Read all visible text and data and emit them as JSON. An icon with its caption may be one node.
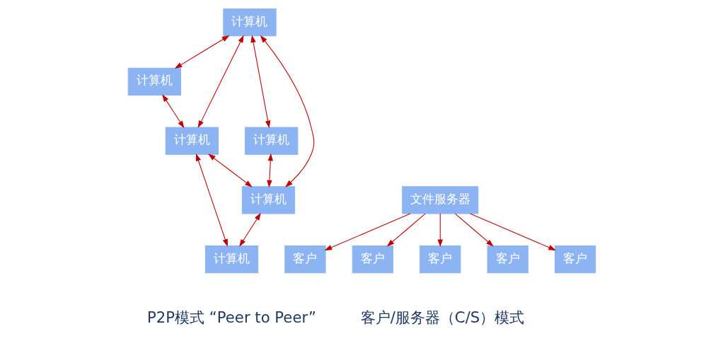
{
  "diagram": {
    "nodes": [
      {
        "text": [
          "计算机"
        ]
      },
      {
        "text": [
          "计算机"
        ]
      },
      {
        "text": [
          "计算机"
        ]
      },
      {
        "text": [
          "计算机"
        ]
      },
      {
        "text": [
          "计算机"
        ]
      },
      {
        "text": [
          "计算机"
        ]
      },
      {
        "text": [
          "文件服务器"
        ]
      },
      {
        "text": [
          "客户"
        ]
      },
      {
        "text": [
          "客户"
        ]
      },
      {
        "text": [
          "客户"
        ]
      },
      {
        "text": [
          "客户"
        ]
      },
      {
        "text": [
          "客户"
        ]
      }
    ],
    "edges": [
      {
        "from": 0,
        "to": 1,
        "arrow": "both"
      },
      {
        "from": 0,
        "to": 2,
        "arrow": "both"
      },
      {
        "from": 1,
        "to": 3,
        "arrow": "both"
      },
      {
        "from": 2,
        "to": 4,
        "arrow": "both"
      },
      {
        "from": 3,
        "to": 5,
        "arrow": "both"
      },
      {
        "from": 4,
        "to": 5,
        "arrow": "both"
      },
      {
        "from": 0,
        "to": 3,
        "arrow": "both"
      },
      {
        "from": 0,
        "to": 4,
        "arrow": "both"
      },
      {
        "from": 3,
        "to": 4,
        "arrow": "both"
      },
      {
        "from": 6,
        "to": 7,
        "arrow": "to"
      },
      {
        "from": 6,
        "to": 8,
        "arrow": "to"
      },
      {
        "from": 6,
        "to": 9,
        "arrow": "to"
      },
      {
        "from": 6,
        "to": 10,
        "arrow": "to"
      },
      {
        "from": 6,
        "to": 11,
        "arrow": "to"
      }
    ],
    "labels": [
      "P2P模式 “Peer to Peer”",
      "客户/服务器（C/S）模式"
    ]
  }
}
